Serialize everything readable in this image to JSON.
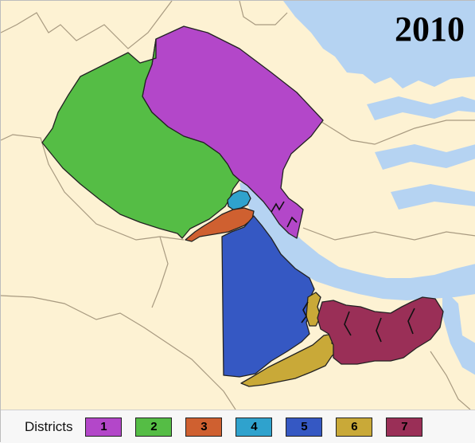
{
  "map": {
    "year": "2010",
    "colors": {
      "land": "#fdf2d3",
      "water": "#b5d3f2",
      "border": "#a89a80"
    }
  },
  "legend": {
    "title": "Districts",
    "items": [
      {
        "label": "1",
        "color": "#b347c9"
      },
      {
        "label": "2",
        "color": "#55bd45"
      },
      {
        "label": "3",
        "color": "#cf6030"
      },
      {
        "label": "4",
        "color": "#2fa2cd"
      },
      {
        "label": "5",
        "color": "#3558c3"
      },
      {
        "label": "6",
        "color": "#c9a938"
      },
      {
        "label": "7",
        "color": "#9a2f57"
      }
    ]
  }
}
